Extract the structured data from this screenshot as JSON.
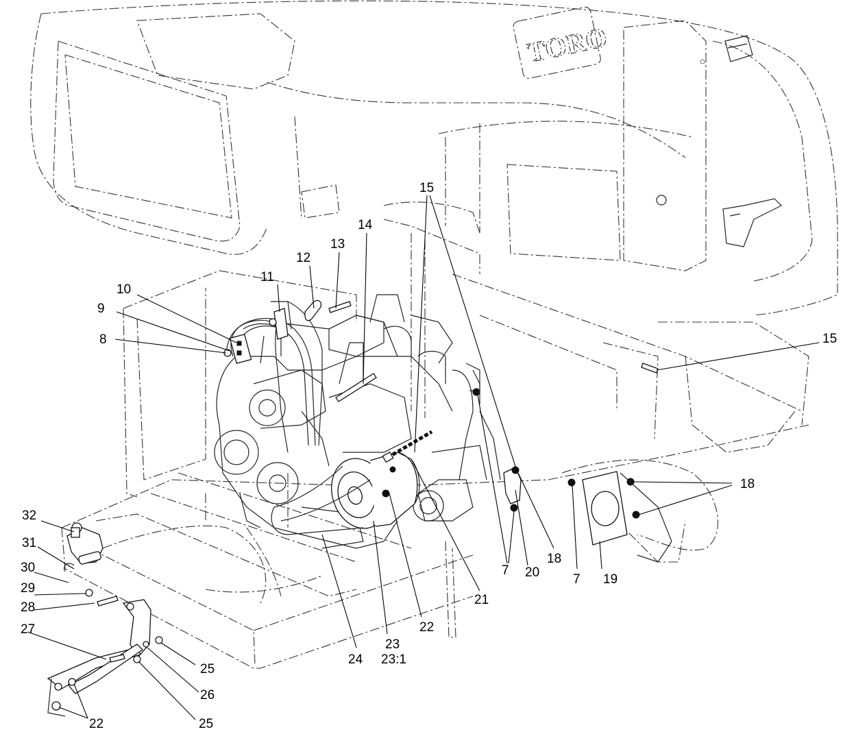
{
  "logo_text": "TORO",
  "callouts": [
    {
      "id": "c15a",
      "text": "15"
    },
    {
      "id": "c14",
      "text": "14"
    },
    {
      "id": "c13",
      "text": "13"
    },
    {
      "id": "c12",
      "text": "12"
    },
    {
      "id": "c11",
      "text": "11"
    },
    {
      "id": "c10",
      "text": "10"
    },
    {
      "id": "c9",
      "text": "9"
    },
    {
      "id": "c8",
      "text": "8"
    },
    {
      "id": "c15b",
      "text": "15"
    },
    {
      "id": "c18a",
      "text": "18"
    },
    {
      "id": "c18b",
      "text": "18"
    },
    {
      "id": "c7a",
      "text": "7"
    },
    {
      "id": "c7b",
      "text": "7"
    },
    {
      "id": "c19",
      "text": "19"
    },
    {
      "id": "c20",
      "text": "20"
    },
    {
      "id": "c21",
      "text": "21"
    },
    {
      "id": "c22a",
      "text": "22"
    },
    {
      "id": "c23",
      "text": "23"
    },
    {
      "id": "c23_1",
      "text": "23:1"
    },
    {
      "id": "c24",
      "text": "24"
    },
    {
      "id": "c32",
      "text": "32"
    },
    {
      "id": "c31",
      "text": "31"
    },
    {
      "id": "c30",
      "text": "30"
    },
    {
      "id": "c29",
      "text": "29"
    },
    {
      "id": "c28",
      "text": "28"
    },
    {
      "id": "c27",
      "text": "27"
    },
    {
      "id": "c25a",
      "text": "25"
    },
    {
      "id": "c26",
      "text": "26"
    },
    {
      "id": "c25b",
      "text": "25"
    },
    {
      "id": "c22b",
      "text": "22"
    }
  ]
}
